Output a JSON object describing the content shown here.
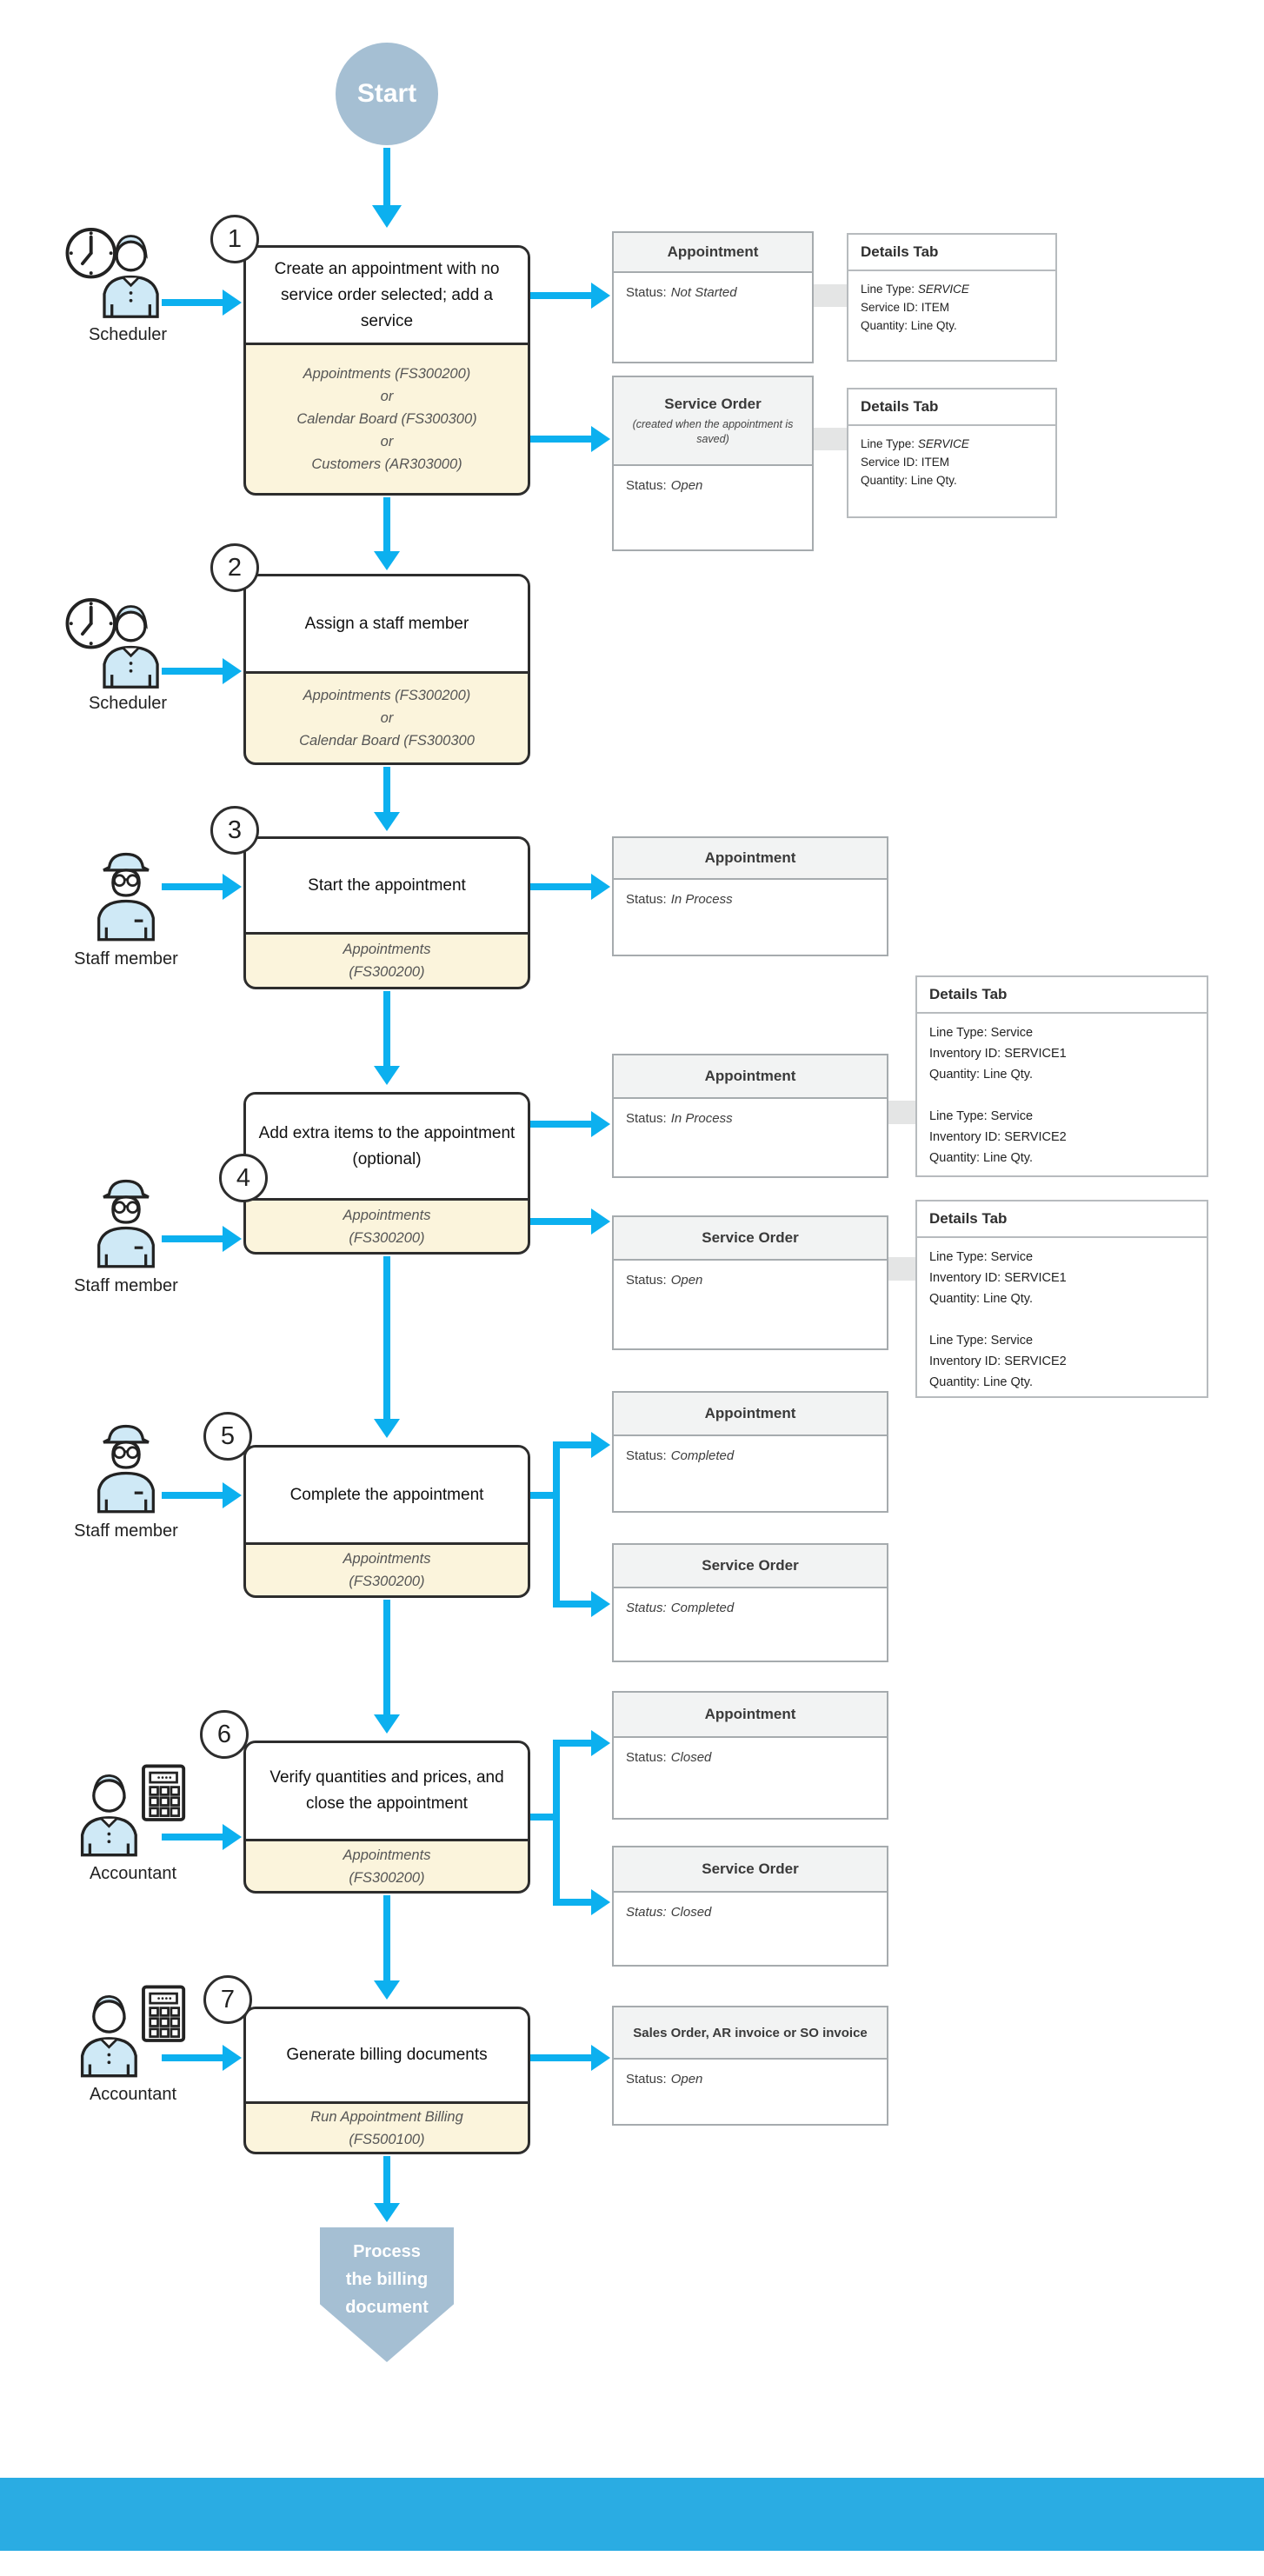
{
  "colors": {
    "accent_arrow": "#0cb0ef",
    "start_end_fill": "#a5bfd3",
    "screens_bg": "#fbf4dc",
    "panel_header_bg": "#f2f3f3",
    "connector": "#e4e5e5",
    "bottom_bar": "#2aace3",
    "icon_fill": "#cfe9f6"
  },
  "labels": {
    "status": "Status:"
  },
  "start": {
    "label": "Start"
  },
  "end_marker": {
    "label": "Process\nthe billing\ndocument"
  },
  "actor_labels": {
    "scheduler": "Scheduler",
    "staff": "Staff member",
    "accountant": "Accountant"
  },
  "steps": [
    {
      "number": "1",
      "title": "Create an appointment with no service order selected; add a service",
      "screens": "Appointments (FS300200)\nor\nCalendar Board (FS300300)\nor\nCustomers (AR303000)"
    },
    {
      "number": "2",
      "title": "Assign a staff member",
      "screens": "Appointments (FS300200)\nor\nCalendar Board (FS300300"
    },
    {
      "number": "3",
      "title": "Start the appointment",
      "screens": "Appointments\n(FS300200)"
    },
    {
      "number": "4",
      "title": "Add extra items to the appointment (optional)",
      "screens": "Appointments\n(FS300200)"
    },
    {
      "number": "5",
      "title": "Complete the appointment",
      "screens": "Appointments\n(FS300200)"
    },
    {
      "number": "6",
      "title": "Verify quantities and prices, and close the appointment",
      "screens": "Appointments\n(FS300200)"
    },
    {
      "number": "7",
      "title": "Generate billing documents",
      "screens": "Run Appointment Billing\n(FS500100)"
    }
  ],
  "panels": {
    "p1_appt": {
      "title": "Appointment",
      "status": "Not Started"
    },
    "p1_so": {
      "title": "Service Order",
      "note": "(created when the appointment is saved)",
      "status": "Open"
    },
    "p3_appt": {
      "title": "Appointment",
      "status": "In Process"
    },
    "p4_appt": {
      "title": "Appointment",
      "status": "In Process"
    },
    "p4_so": {
      "title": "Service Order",
      "status": "Open"
    },
    "p5_appt": {
      "title": "Appointment",
      "status": "Completed"
    },
    "p5_so": {
      "title": "Service Order",
      "status": "Completed"
    },
    "p6_appt": {
      "title": "Appointment",
      "status": "Closed"
    },
    "p6_so": {
      "title": "Service Order",
      "status": "Closed"
    },
    "p7_bill": {
      "title": "Sales Order, AR invoice or SO invoice",
      "status": "Open"
    }
  },
  "tabs": {
    "service_item": {
      "title": "Details Tab",
      "line_type_label": "Line Type:",
      "line_type_value": "SERVICE",
      "rest": "Service ID: ITEM\nQuantity: Line Qty."
    },
    "service_inventory": {
      "title": "Details Tab",
      "body": "Line Type: Service\nInventory ID: SERVICE1\nQuantity: Line Qty.\n\nLine Type: Service\nInventory ID: SERVICE2\nQuantity: Line Qty."
    }
  }
}
